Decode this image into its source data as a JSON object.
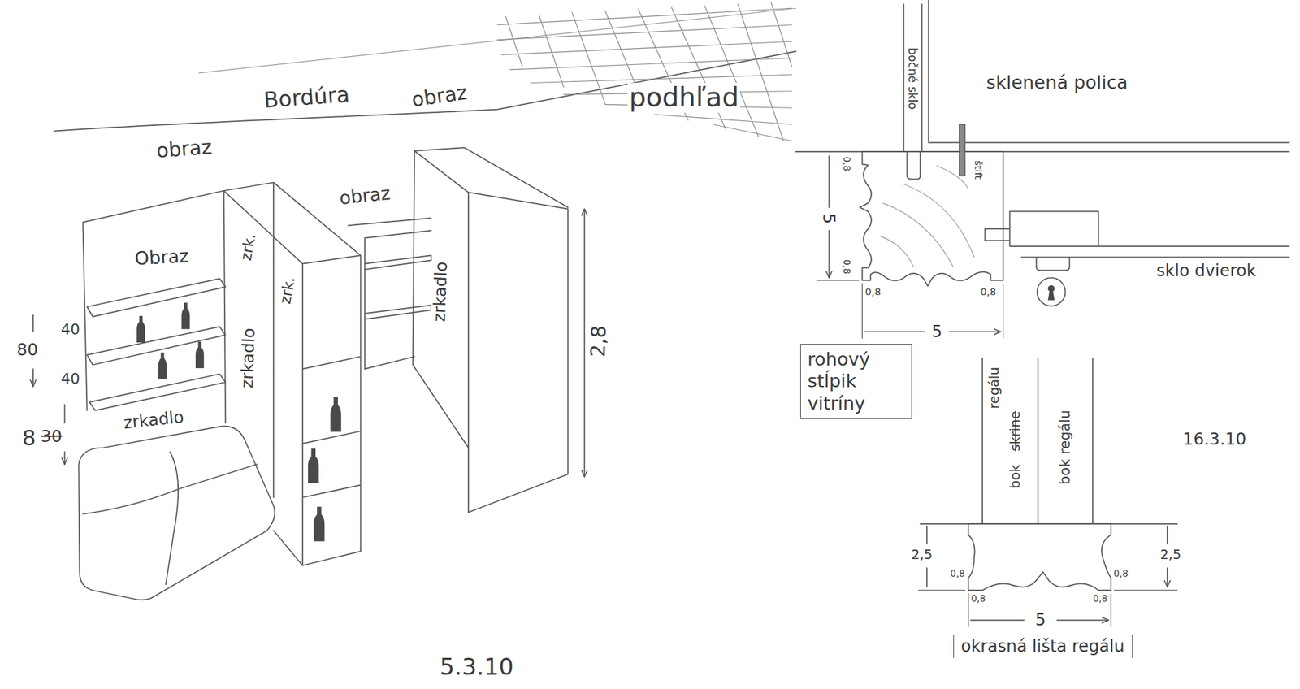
{
  "diagram": {
    "nodes": [
      {
        "text": [
          "rohový stĺpik vitríny"
        ]
      },
      {
        "text": [
          "okrasná lišta regálu"
        ]
      }
    ],
    "labels": [
      "Bordúra",
      "obraz",
      "podhľad",
      "obraz",
      "obraz",
      "Obraz",
      "zrk.",
      "zrk.",
      "zrkadlo",
      "zrkadlo",
      "zrkadlo",
      "40",
      "40",
      "80",
      "8",
      "30",
      "2,8",
      "5.3.10",
      "bočné sklo",
      "sklenená polica",
      "štift",
      "0,8",
      "5",
      "0,8",
      "0,8",
      "0,8",
      "5",
      "sklo dvierok",
      "regálu",
      "skrine",
      "bok",
      "bok regálu",
      "16.3.10",
      "2,5",
      "2,5",
      "0,8",
      "0,8",
      "0,8",
      "0,8",
      "5"
    ]
  }
}
